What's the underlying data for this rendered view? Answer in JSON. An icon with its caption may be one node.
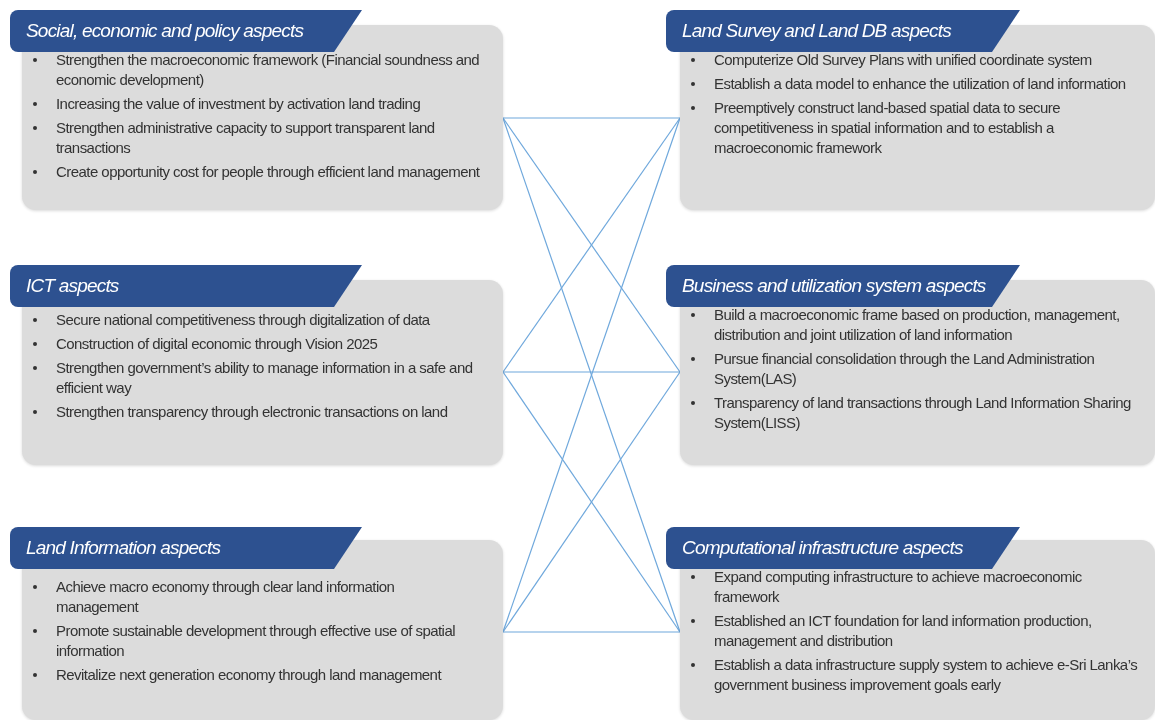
{
  "diagram": {
    "nodes": [
      {
        "text": [
          "Social, economic and policy aspects",
          "Strengthen the macroeconomic framework (Financial soundness and economic development)",
          "Increasing the value of investment by activation land trading",
          "Strengthen administrative capacity to support transparent land transactions",
          "Create opportunity cost for people through efficient land management"
        ]
      },
      {
        "text": [
          "Land Survey and Land DB aspects",
          "Computerize Old Survey Plans with unified coordinate system",
          "Establish a data model to enhance the  utilization of land information",
          "Preemptively construct land-based spatial data to secure competitiveness in spatial information and to establish a macroeconomic framework"
        ]
      },
      {
        "text": [
          "ICT aspects",
          "Secure national competitiveness through digitalization of data",
          "Construction of digital economic through Vision 2025",
          "Strengthen government’s ability to manage information in a safe and efficient way",
          "Strengthen transparency through electronic transactions on land"
        ]
      },
      {
        "text": [
          "Business and utilization system aspects",
          "Build a macroeconomic frame based on production, management, distribution and joint utilization of land information",
          "Pursue financial consolidation through the Land Administration System(LAS)",
          "Transparency of land transactions through Land Information Sharing System(LISS)"
        ]
      },
      {
        "text": [
          "Land Information aspects",
          "Achieve macro economy through clear land information management",
          "Promote sustainable development through effective use of spatial information",
          "Revitalize next generation economy through land management"
        ]
      },
      {
        "text": [
          "Computational infrastructure aspects",
          "Expand computing infrastructure to achieve macroeconomic framework",
          "Established an ICT foundation for land information production, management and distribution",
          "Establish a data infrastructure supply system to achieve e-Sri Lanka’s government business improvement goals early"
        ]
      }
    ],
    "edges": [
      {
        "from": 0,
        "to": 1,
        "arrow": "none"
      },
      {
        "from": 0,
        "to": 3,
        "arrow": "none"
      },
      {
        "from": 0,
        "to": 5,
        "arrow": "none"
      },
      {
        "from": 2,
        "to": 1,
        "arrow": "none"
      },
      {
        "from": 2,
        "to": 3,
        "arrow": "none"
      },
      {
        "from": 2,
        "to": 5,
        "arrow": "none"
      },
      {
        "from": 4,
        "to": 1,
        "arrow": "none"
      },
      {
        "from": 4,
        "to": 3,
        "arrow": "none"
      },
      {
        "from": 4,
        "to": 5,
        "arrow": "none"
      }
    ]
  }
}
